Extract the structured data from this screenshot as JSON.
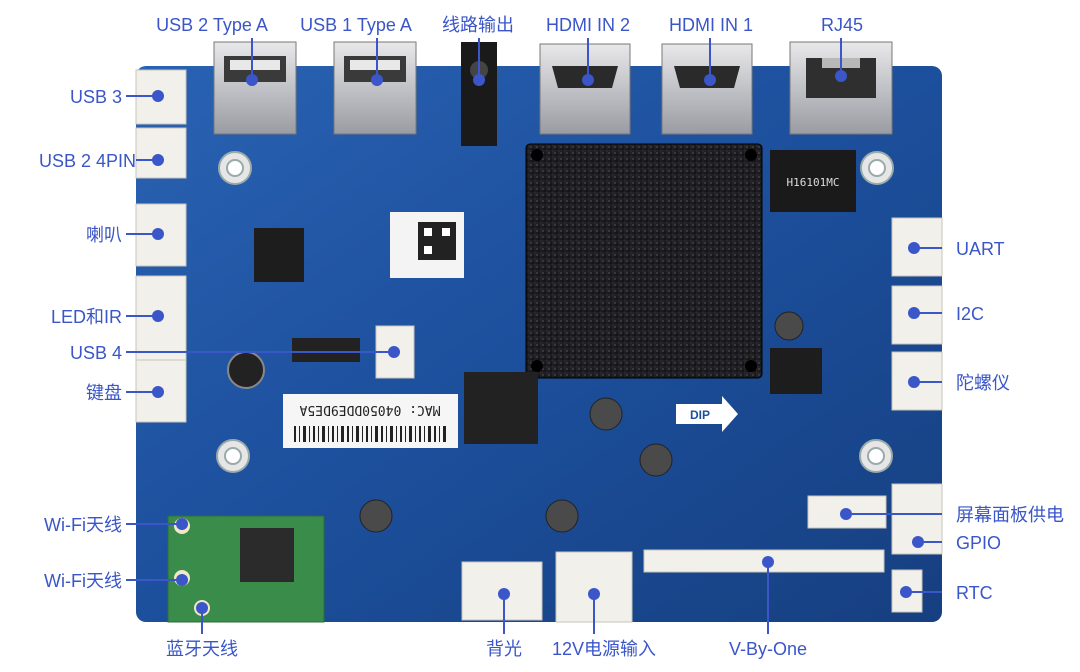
{
  "labels": {
    "top": [
      "USB 2 Type A",
      "USB 1 Type A",
      "线路输出",
      "HDMI IN 2",
      "HDMI IN 1",
      "RJ45"
    ],
    "left": [
      "USB 3",
      "USB 2 4PIN",
      "喇叭",
      "LED和IR",
      "USB 4",
      "键盘",
      "Wi-Fi天线",
      "Wi-Fi天线"
    ],
    "right": [
      "UART",
      "I2C",
      "陀螺仪",
      "屏幕面板供电",
      "GPIO",
      "RTC"
    ],
    "bottom": [
      "蓝牙天线",
      "背光",
      "12V电源输入",
      "V-By-One"
    ]
  },
  "board": {
    "mac_sticker": "MAC: 04050DDE9DE5A",
    "ic_marking": "H16101MC",
    "dir_arrow": "DIP"
  },
  "colors": {
    "pcb": "#1c4f9c",
    "label": "#3a56c8",
    "heatsink": "#1b1b1f",
    "connector": "#f2f0eb"
  }
}
